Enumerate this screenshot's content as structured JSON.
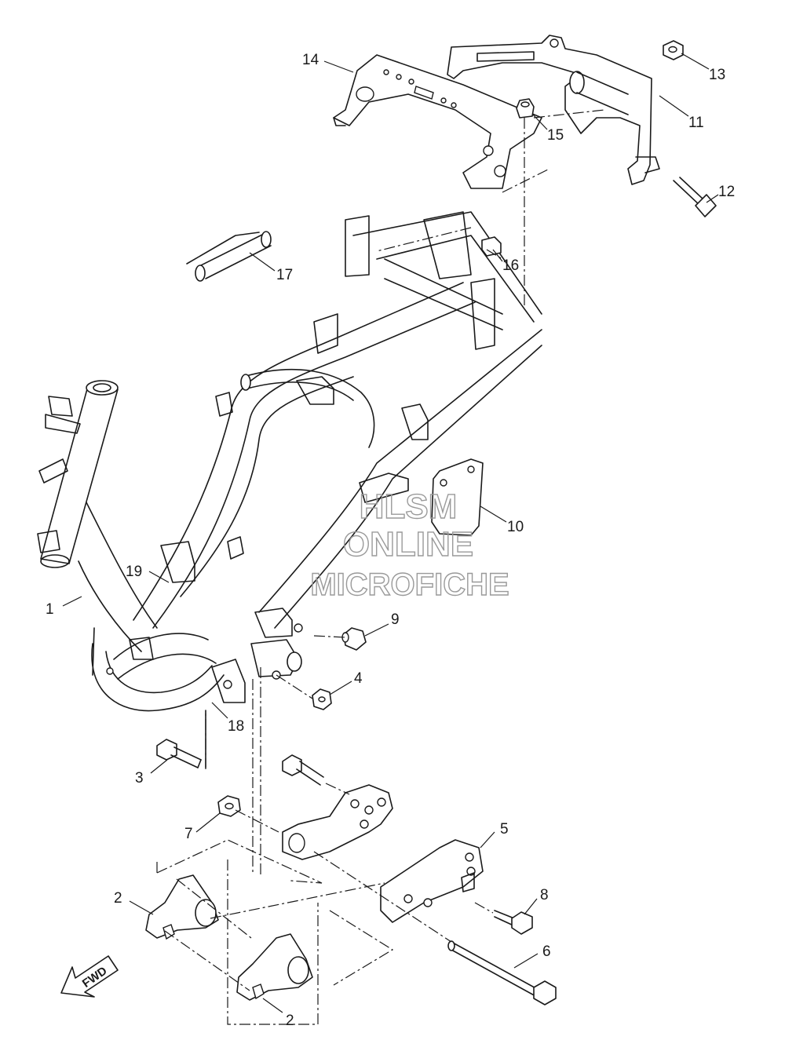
{
  "watermark": {
    "line1": "HLSM",
    "line2": "ONLINE",
    "line3": "MICROFICHE"
  },
  "fwd_label": "FWD",
  "callouts": [
    {
      "id": "c1",
      "label": "1"
    },
    {
      "id": "c2a",
      "label": "2"
    },
    {
      "id": "c2b",
      "label": "2"
    },
    {
      "id": "c3",
      "label": "3"
    },
    {
      "id": "c4",
      "label": "4"
    },
    {
      "id": "c5",
      "label": "5"
    },
    {
      "id": "c6",
      "label": "6"
    },
    {
      "id": "c7",
      "label": "7"
    },
    {
      "id": "c8",
      "label": "8"
    },
    {
      "id": "c9",
      "label": "9"
    },
    {
      "id": "c10",
      "label": "10"
    },
    {
      "id": "c11",
      "label": "11"
    },
    {
      "id": "c12",
      "label": "12"
    },
    {
      "id": "c13",
      "label": "13"
    },
    {
      "id": "c14",
      "label": "14"
    },
    {
      "id": "c15",
      "label": "15"
    },
    {
      "id": "c16",
      "label": "16"
    },
    {
      "id": "c17",
      "label": "17"
    },
    {
      "id": "c18",
      "label": "18"
    },
    {
      "id": "c19",
      "label": "19"
    }
  ]
}
